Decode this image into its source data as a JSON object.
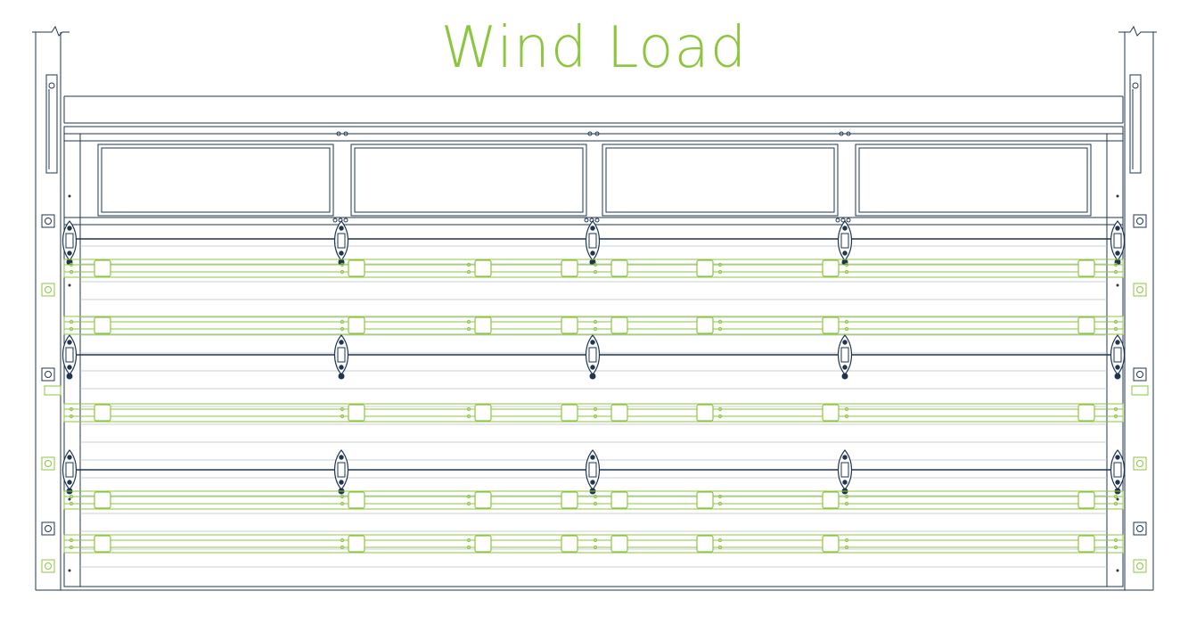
{
  "title": "Wind Load",
  "colors": {
    "outline": "#1f3552",
    "reinforcement": "#8cc63f",
    "background": "#ffffff"
  },
  "diagram": {
    "subject": "garage-door",
    "window_count": 4,
    "panel_count": 4,
    "reinforcement_strut_count": 5,
    "hinge_columns": 5,
    "hinge_rows": 3
  }
}
